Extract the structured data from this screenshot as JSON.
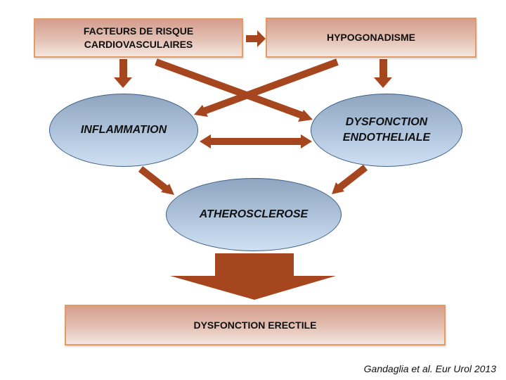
{
  "diagram": {
    "nodes": {
      "risk_factors": {
        "line1": "FACTEURS DE RISQUE",
        "line2": "CARDIOVASCULAIRES"
      },
      "hypogonadism": {
        "label": "HYPOGONADISME"
      },
      "inflammation": {
        "label": "INFLAMMATION"
      },
      "endothelial_dysfunction": {
        "line1": "DYSFONCTION",
        "line2": "ENDOTHELIALE"
      },
      "atherosclerosis": {
        "label": "ATHEROSCLEROSE"
      },
      "erectile_dysfunction": {
        "label": "DYSFONCTION ERECTILE"
      }
    },
    "edges": [
      {
        "from": "risk_factors",
        "to": "hypogonadism"
      },
      {
        "from": "risk_factors",
        "to": "inflammation"
      },
      {
        "from": "risk_factors",
        "to": "endothelial_dysfunction"
      },
      {
        "from": "hypogonadism",
        "to": "inflammation"
      },
      {
        "from": "hypogonadism",
        "to": "endothelial_dysfunction"
      },
      {
        "from": "inflammation",
        "to": "endothelial_dysfunction",
        "bidirectional": true
      },
      {
        "from": "inflammation",
        "to": "atherosclerosis"
      },
      {
        "from": "endothelial_dysfunction",
        "to": "atherosclerosis"
      },
      {
        "from": "atherosclerosis",
        "to": "erectile_dysfunction"
      }
    ],
    "citation": "Gandaglia et al. Eur Urol 2013"
  },
  "colors": {
    "arrow": "#a5461f",
    "box_border": "#e69a62",
    "ellipse_border": "#3d5f8a"
  }
}
